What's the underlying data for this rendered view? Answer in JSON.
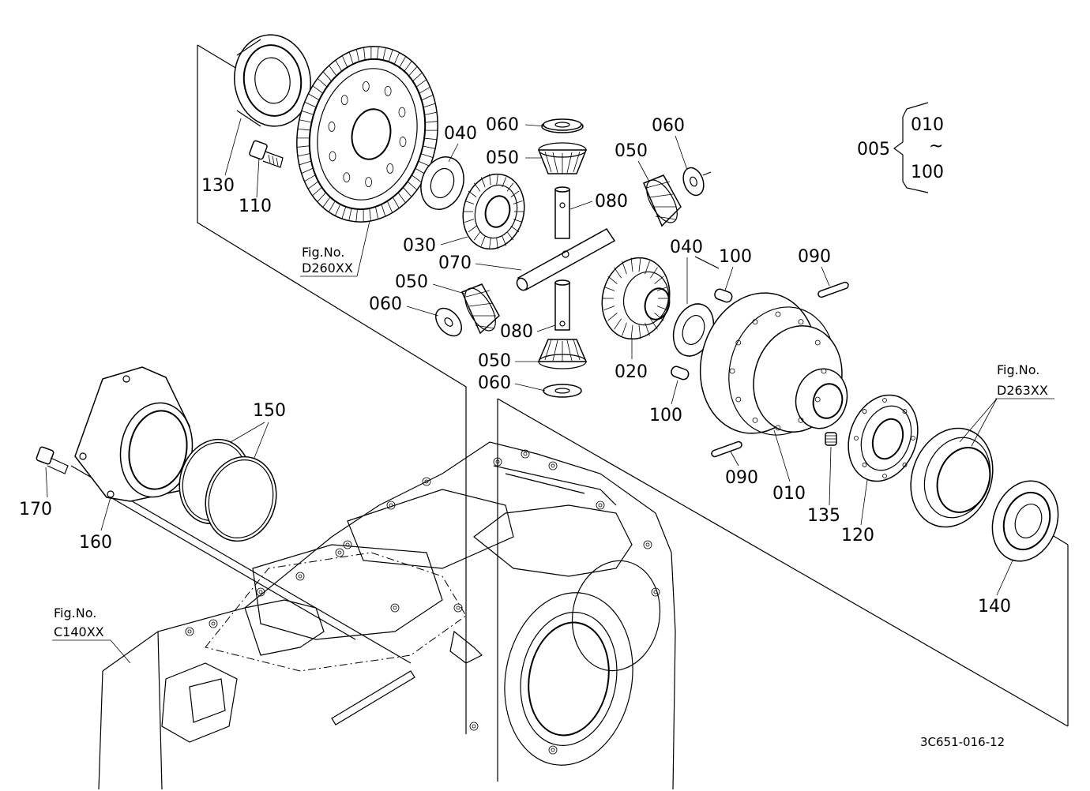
{
  "callouts": {
    "p130": "130",
    "p110": "110",
    "p040a": "040",
    "p060a": "060",
    "p050a": "050",
    "p060b": "060",
    "p050b": "050",
    "p080a": "080",
    "p030": "030",
    "p070": "070",
    "p040b": "040",
    "p100a": "100",
    "p090a": "090",
    "p050c": "050",
    "p060c": "060",
    "p080b": "080",
    "p020": "020",
    "p050d": "050",
    "p060d": "060",
    "p100b": "100",
    "p090b": "090",
    "p010": "010",
    "p135": "135",
    "p120": "120",
    "p140": "140",
    "p150": "150",
    "p170": "170",
    "p160": "160"
  },
  "kit": {
    "parent": "005",
    "range_from": "010",
    "range_symbol": "~",
    "range_to": "100"
  },
  "figure_refs": {
    "d260": {
      "prefix": "Fig.No.",
      "code": "D260XX"
    },
    "d263": {
      "prefix": "Fig.No.",
      "code": "D263XX"
    },
    "c140": {
      "prefix": "Fig.No.",
      "code": "C140XX"
    }
  },
  "drawing_code": "3C651-016-12"
}
